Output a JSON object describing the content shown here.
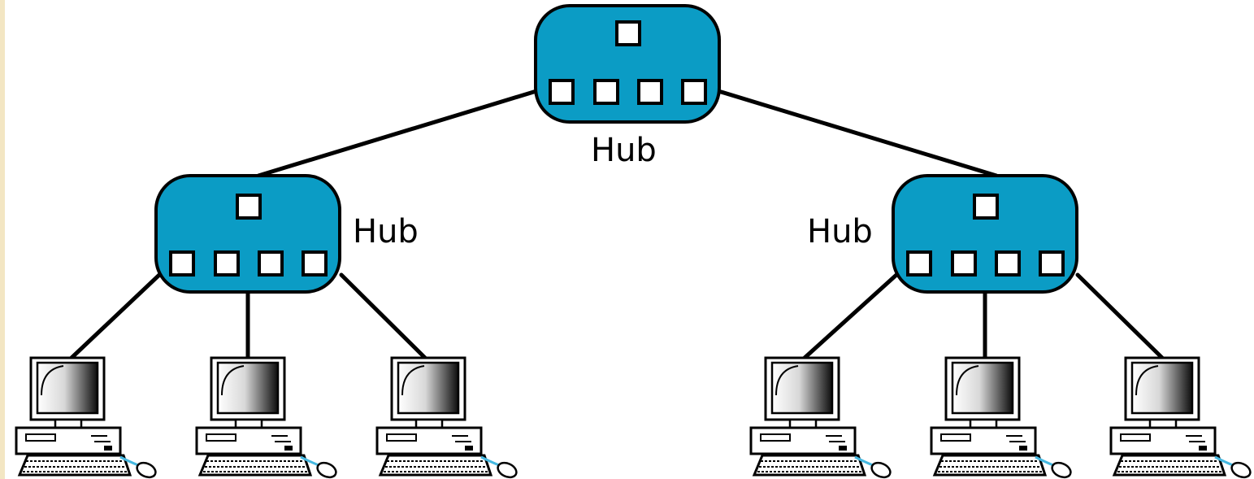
{
  "diagram": {
    "labels": {
      "top_hub": "Hub",
      "left_hub": "Hub",
      "right_hub": "Hub"
    },
    "colors": {
      "hub_fill": "#0b9cc5",
      "line": "#000000",
      "port_fill": "#ffffff",
      "background": "#ffffff",
      "mouse_cord": "#45b8e0"
    },
    "hubs": [
      {
        "id": "top",
        "ports": 4,
        "uplink": 1
      },
      {
        "id": "left",
        "ports": 4,
        "uplink": 1
      },
      {
        "id": "right",
        "ports": 4,
        "uplink": 1
      }
    ],
    "computers_per_leaf_hub": 3
  }
}
